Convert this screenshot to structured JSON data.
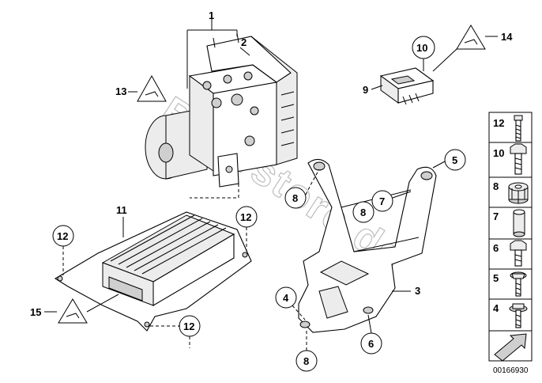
{
  "callouts": {
    "c1": "1",
    "c2": "2",
    "c3": "3",
    "c4a": "4",
    "c5a": "5",
    "c6a": "6",
    "c7a": "7",
    "c8a": "8",
    "c8b": "8",
    "c8c": "8",
    "c9": "9",
    "c10": "10",
    "c11": "11",
    "c12a": "12",
    "c12b": "12",
    "c12c": "12",
    "c13": "13",
    "c14": "14",
    "c15": "15"
  },
  "sidebar": {
    "items": [
      {
        "label": "12",
        "icon": "bolt-long-icon"
      },
      {
        "label": "10",
        "icon": "hex-bolt-icon"
      },
      {
        "label": "8",
        "icon": "rubber-grommet-icon"
      },
      {
        "label": "7",
        "icon": "sleeve-icon"
      },
      {
        "label": "6",
        "icon": "hex-bolt-short-icon"
      },
      {
        "label": "5",
        "icon": "screw-washer-icon"
      },
      {
        "label": "4",
        "icon": "flange-screw-icon"
      }
    ]
  },
  "watermark": "BMWstore.de",
  "doc_number": "00166930",
  "colors": {
    "line": "#000000",
    "background": "#ffffff",
    "watermark": "#bdbdbd"
  }
}
